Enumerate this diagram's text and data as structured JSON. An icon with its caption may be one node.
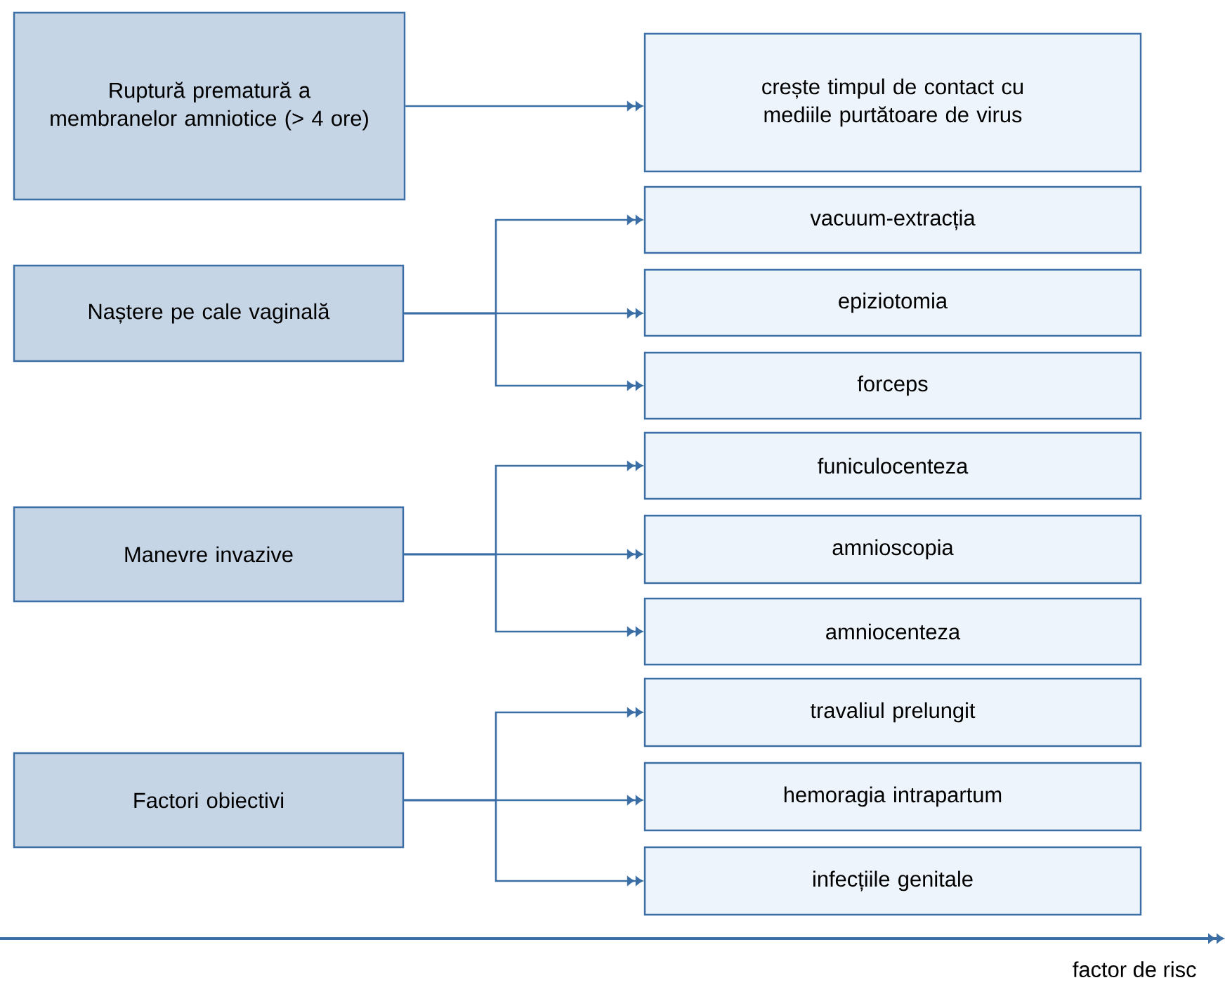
{
  "diagram": {
    "nodes": [
      {
        "text": [
          "Ruptură prematură a membranelor amniotice (> 4 ore)"
        ]
      },
      {
        "text": [
          "crește timpul de contact cu mediile purtătoare de virus"
        ]
      },
      {
        "text": [
          "Naștere pe cale vaginală"
        ]
      },
      {
        "text": [
          "vacuum-extracția"
        ]
      },
      {
        "text": [
          "epiziotomia"
        ]
      },
      {
        "text": [
          "forceps"
        ]
      },
      {
        "text": [
          "Manevre invazive"
        ]
      },
      {
        "text": [
          "funiculocenteza"
        ]
      },
      {
        "text": [
          "amnioscopia"
        ]
      },
      {
        "text": [
          "amniocenteza"
        ]
      },
      {
        "text": [
          "Factori obiectivi"
        ]
      },
      {
        "text": [
          "travaliul prelungit"
        ]
      },
      {
        "text": [
          "hemoragia intrapartum"
        ]
      },
      {
        "text": [
          "infecțiile genitale"
        ]
      }
    ],
    "edges": [
      {
        "from": 0,
        "to": 1,
        "arrow": "to"
      },
      {
        "from": 2,
        "to": 3,
        "arrow": "to"
      },
      {
        "from": 2,
        "to": 4,
        "arrow": "to"
      },
      {
        "from": 2,
        "to": 5,
        "arrow": "to"
      },
      {
        "from": 6,
        "to": 7,
        "arrow": "to"
      },
      {
        "from": 6,
        "to": 8,
        "arrow": "to"
      },
      {
        "from": 6,
        "to": 9,
        "arrow": "to"
      },
      {
        "from": 10,
        "to": 11,
        "arrow": "to"
      },
      {
        "from": 10,
        "to": 12,
        "arrow": "to"
      },
      {
        "from": 10,
        "to": 13,
        "arrow": "to"
      }
    ],
    "labels": [
      "factor de risc"
    ]
  }
}
